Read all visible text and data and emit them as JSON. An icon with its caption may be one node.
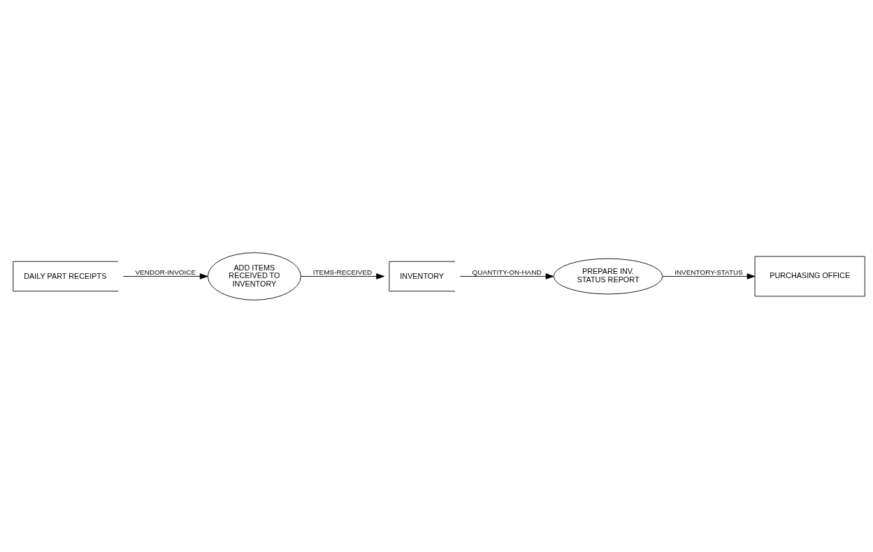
{
  "diagram": {
    "nodes": [
      {
        "text": [
          "DAILY PART RECEIPTS"
        ]
      },
      {
        "text": [
          "PURCHASING OFFICE"
        ]
      },
      {
        "text": [
          "ADD ITEMS RECEIVED TO INVENTORY"
        ]
      },
      {
        "text": [
          "PREPARE INV. STATUS REPORT"
        ]
      },
      {
        "text": [
          "INVENTORY"
        ]
      }
    ],
    "edges": [
      {
        "from": 0,
        "to": 2,
        "arrow": "to",
        "label": "VENDOR-INVOICE"
      },
      {
        "from": 2,
        "to": 4,
        "arrow": "to",
        "label": "ITEMS-RECEIVED"
      },
      {
        "from": 4,
        "to": 3,
        "arrow": "to",
        "label": "QUANTITY-ON-HAND"
      },
      {
        "from": 3,
        "to": 1,
        "arrow": "to",
        "label": "INVENTORY-STATUS"
      }
    ]
  }
}
